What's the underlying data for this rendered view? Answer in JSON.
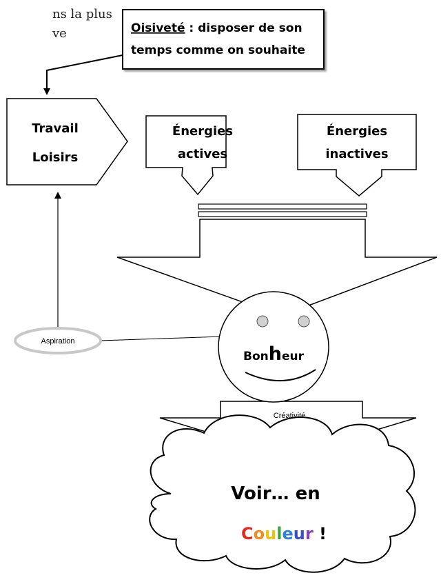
{
  "fragment_text": {
    "line1": "ns la plus",
    "line2": "ve"
  },
  "oisivete_box": {
    "title": "Oisiveté",
    "line1_rest": " : disposer de son",
    "line2": "temps comme on souhaite"
  },
  "travail_loisirs": {
    "line1": "Travail",
    "line2": "Loisirs"
  },
  "energies_actives": {
    "line1": "Énergies",
    "line2": "actives"
  },
  "energies_inactives": {
    "line1": "Énergies",
    "line2": "inactives"
  },
  "aspiration": {
    "label": "Aspiration"
  },
  "bonheur": {
    "part1": "Bon",
    "big_letter": "h",
    "part2": "eur"
  },
  "creativite": {
    "label": "Créativité"
  },
  "cloud": {
    "line1": "Voir… en",
    "exclamation": " !",
    "couleur_letters": [
      {
        "ch": "C",
        "color": "#e8261c"
      },
      {
        "ch": "o",
        "color": "#f28c1a"
      },
      {
        "ch": "u",
        "color": "#e9c416"
      },
      {
        "ch": "l",
        "color": "#3aa63a"
      },
      {
        "ch": "e",
        "color": "#2f7fd6"
      },
      {
        "ch": "u",
        "color": "#3c4fc8"
      },
      {
        "ch": "r",
        "color": "#8a3fc2"
      }
    ]
  }
}
